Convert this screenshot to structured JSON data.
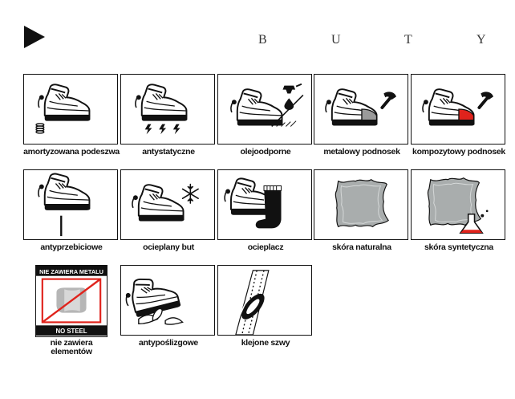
{
  "header": {
    "title_letters": [
      "B",
      "U",
      "T",
      "Y"
    ]
  },
  "colors": {
    "accent_red": "#e0231c",
    "ink": "#111111",
    "steel_gray": "#9a9a9a"
  },
  "tiles": [
    {
      "icon": "shock-absorbing-sole-icon",
      "label": "amortyzowana podeszwa"
    },
    {
      "icon": "antistatic-icon",
      "label": "antystatyczne"
    },
    {
      "icon": "oil-resistant-icon",
      "label": "olejoodporne"
    },
    {
      "icon": "metal-toecap-icon",
      "label": "metalowy podnosek"
    },
    {
      "icon": "composite-toecap-icon",
      "label": "kompozytowy podnosek"
    },
    {
      "icon": "puncture-resistant-icon",
      "label": "antyprzebiciowe"
    },
    {
      "icon": "insulated-boot-icon",
      "label": "ocieplany but"
    },
    {
      "icon": "warm-liner-icon",
      "label": "ocieplacz"
    },
    {
      "icon": "natural-leather-icon",
      "label": "skóra naturalna"
    },
    {
      "icon": "synthetic-leather-icon",
      "label": "skóra syntetyczna"
    },
    {
      "icon": "no-metal-icon",
      "label": "nie zawiera elementów",
      "inner_top": "NIE ZAWIERA METALU",
      "inner_bottom": "NO STEEL"
    },
    {
      "icon": "anti-slip-icon",
      "label": "antypoślizgowe"
    },
    {
      "icon": "glued-seams-icon",
      "label": "klejone szwy"
    }
  ]
}
